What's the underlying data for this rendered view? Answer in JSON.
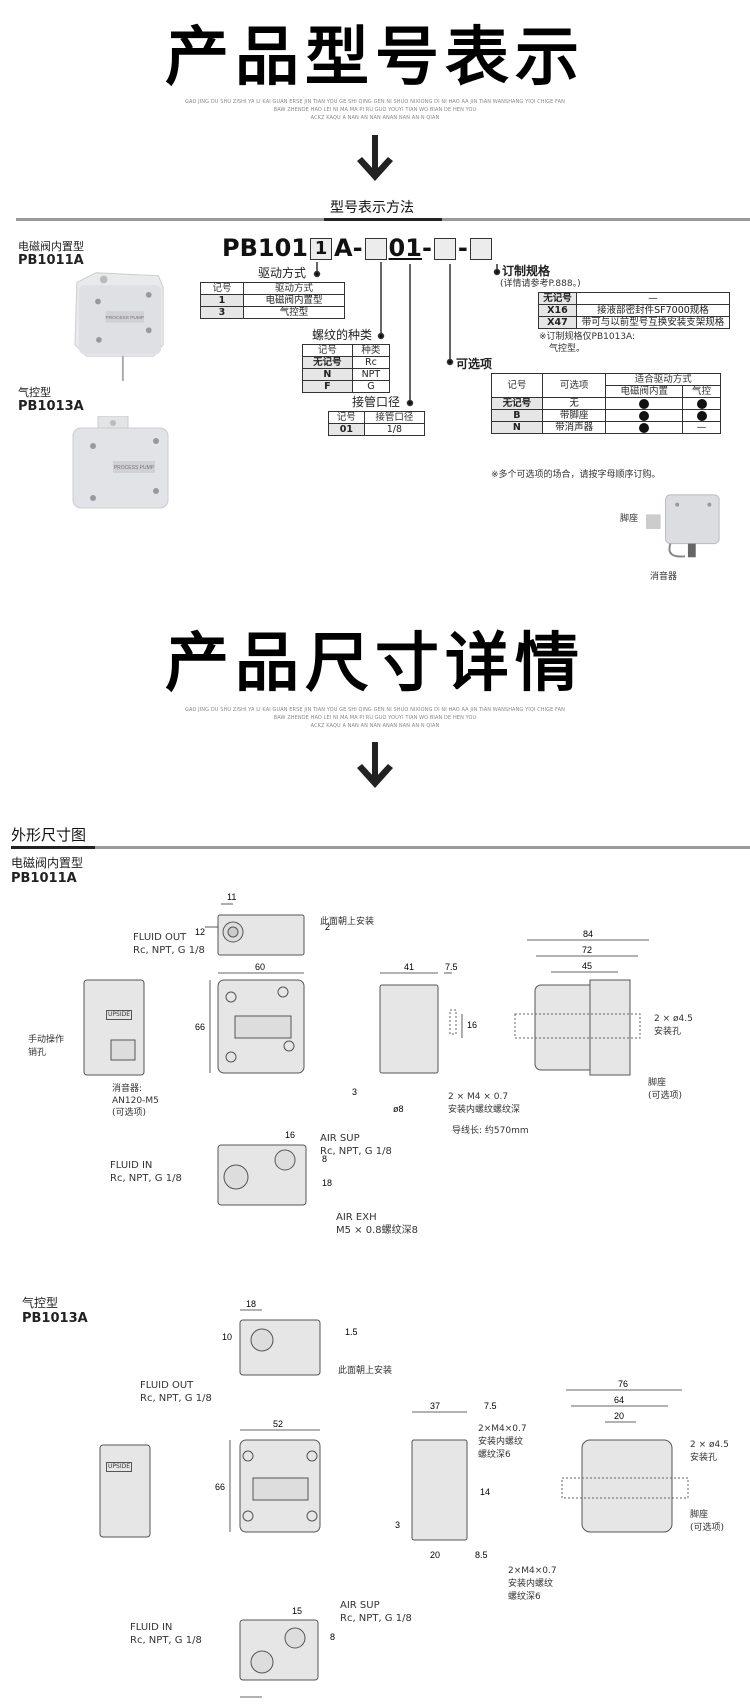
{
  "header1": {
    "title": "产品型号表示",
    "subtext": [
      "GAO JING DU SHU ZISHI YA LI KAI GUAN ERSE JIN TIAN YOU GE SHI QING GEN NI SHUO NIXIONG DI NI HAO AA JIN TIAN WANSHANG YIQI CHIGE FAN",
      "BAW ZHENDE HAO LEI NI MA MA PI RU GUO YOUYI TIAN WO BIAN DE HEN YOU",
      "ACKZ KAQU A NAN AN NAN ANAN NAN AN N QIAN"
    ]
  },
  "model_section": {
    "heading": "型号表示方法",
    "products": [
      {
        "type": "电磁阀内置型",
        "model": "PB1011A"
      },
      {
        "type": "气控型",
        "model": "PB1013A"
      }
    ],
    "code": {
      "prefix": "PB101",
      "box1": "1",
      "mid": "A",
      "dash": "-",
      "port": "01"
    },
    "drive": {
      "title": "驱动方式",
      "headers": [
        "记号",
        "驱动方式"
      ],
      "rows": [
        [
          "1",
          "电磁阀内置型"
        ],
        [
          "3",
          "气控型"
        ]
      ]
    },
    "thread": {
      "title": "螺纹的种类",
      "headers": [
        "记号",
        "种类"
      ],
      "rows": [
        [
          "无记号",
          "Rc"
        ],
        [
          "N",
          "NPT"
        ],
        [
          "F",
          "G"
        ]
      ]
    },
    "port": {
      "title": "接管口径",
      "headers": [
        "记号",
        "接管口径"
      ],
      "rows": [
        [
          "01",
          "1/8"
        ]
      ]
    },
    "custom": {
      "title": "订制规格",
      "subtitle": "(详情请参考P.888。)",
      "rows": [
        [
          "无记号",
          "—"
        ],
        [
          "X16",
          "接液部密封件SF7000规格"
        ],
        [
          "X47",
          "带可与以前型号互换安装支架规格"
        ]
      ],
      "note1": "※订制规格仅PB1013A:",
      "note2": "气控型。"
    },
    "options": {
      "title": "可选项",
      "headers": [
        "记号",
        "可选项",
        "适合驱动方式",
        "电磁阀内置",
        "气控"
      ],
      "rows": [
        {
          "code": "无记号",
          "name": "无",
          "solenoid": true,
          "air": true
        },
        {
          "code": "B",
          "name": "带脚座",
          "solenoid": true,
          "air": true
        },
        {
          "code": "N",
          "name": "带消声器",
          "solenoid": true,
          "air": false
        }
      ],
      "dash": "—",
      "note": "※多个可选项的场合，请按字母顺序订购。"
    },
    "accessory_labels": {
      "bracket": "脚座",
      "silencer": "消音器"
    },
    "pump_label": "PROCESS PUMP"
  },
  "header2": {
    "title": "产品尺寸详情"
  },
  "dimension_section": {
    "heading": "外形尺寸图",
    "pb1011": {
      "type": "电磁阀内置型",
      "model": "PB1011A",
      "fluid_out": "FLUID OUT",
      "thread": "Rc, NPT, G 1/8",
      "mount_face": "此面朝上安装",
      "manual_pin": [
        "手动操作",
        "销孔"
      ],
      "silencer": [
        "消音器:",
        "AN120-M5",
        "(可选项)"
      ],
      "upside": "UPSIDE",
      "mount_thread": [
        "2 × M4 × 0.7",
        "安装内螺纹螺纹深"
      ],
      "wire_len": "导线长: 约570mm",
      "holes": [
        "2 × ø4.5",
        "安装孔"
      ],
      "bracket": [
        "脚座",
        "(可选项)"
      ],
      "fluid_in": "FLUID IN",
      "air_sup": "AIR SUP",
      "air_exh": "AIR EXH",
      "air_exh_thread": "M5 × 0.8螺纹深8",
      "dims": {
        "d11": "11",
        "d12": "12",
        "d2": "2",
        "d60": "60",
        "d66": "66",
        "d41": "41",
        "d7_5": "7.5",
        "d16": "16",
        "d3": "3",
        "d8": "ø8",
        "d84": "84",
        "d72": "72",
        "d45": "45",
        "d16b": "16",
        "d8b": "8",
        "d18": "18"
      }
    },
    "pb1013": {
      "type": "气控型",
      "model": "PB1013A",
      "fluid_out": "FLUID OUT",
      "thread": "Rc, NPT, G 1/8",
      "mount_face": "此面朝上安装",
      "mount_thread": [
        "2×M4×0.7",
        "安装内螺纹",
        "螺纹深6"
      ],
      "holes": [
        "2 × ø4.5",
        "安装孔"
      ],
      "bracket": [
        "脚座",
        "(可选项)"
      ],
      "fluid_in": "FLUID IN",
      "air_sup": "AIR SUP",
      "upside": "UPSIDE",
      "dims": {
        "d18": "18",
        "d10": "10",
        "d1_5": "1.5",
        "d52": "52",
        "d66": "66",
        "d37": "37",
        "d7_5": "7.5",
        "d14": "14",
        "d3": "3",
        "d20": "20",
        "d8_5": "8.5",
        "d76": "76",
        "d64": "64",
        "d20b": "20",
        "d15": "15",
        "d8": "8"
      }
    }
  }
}
